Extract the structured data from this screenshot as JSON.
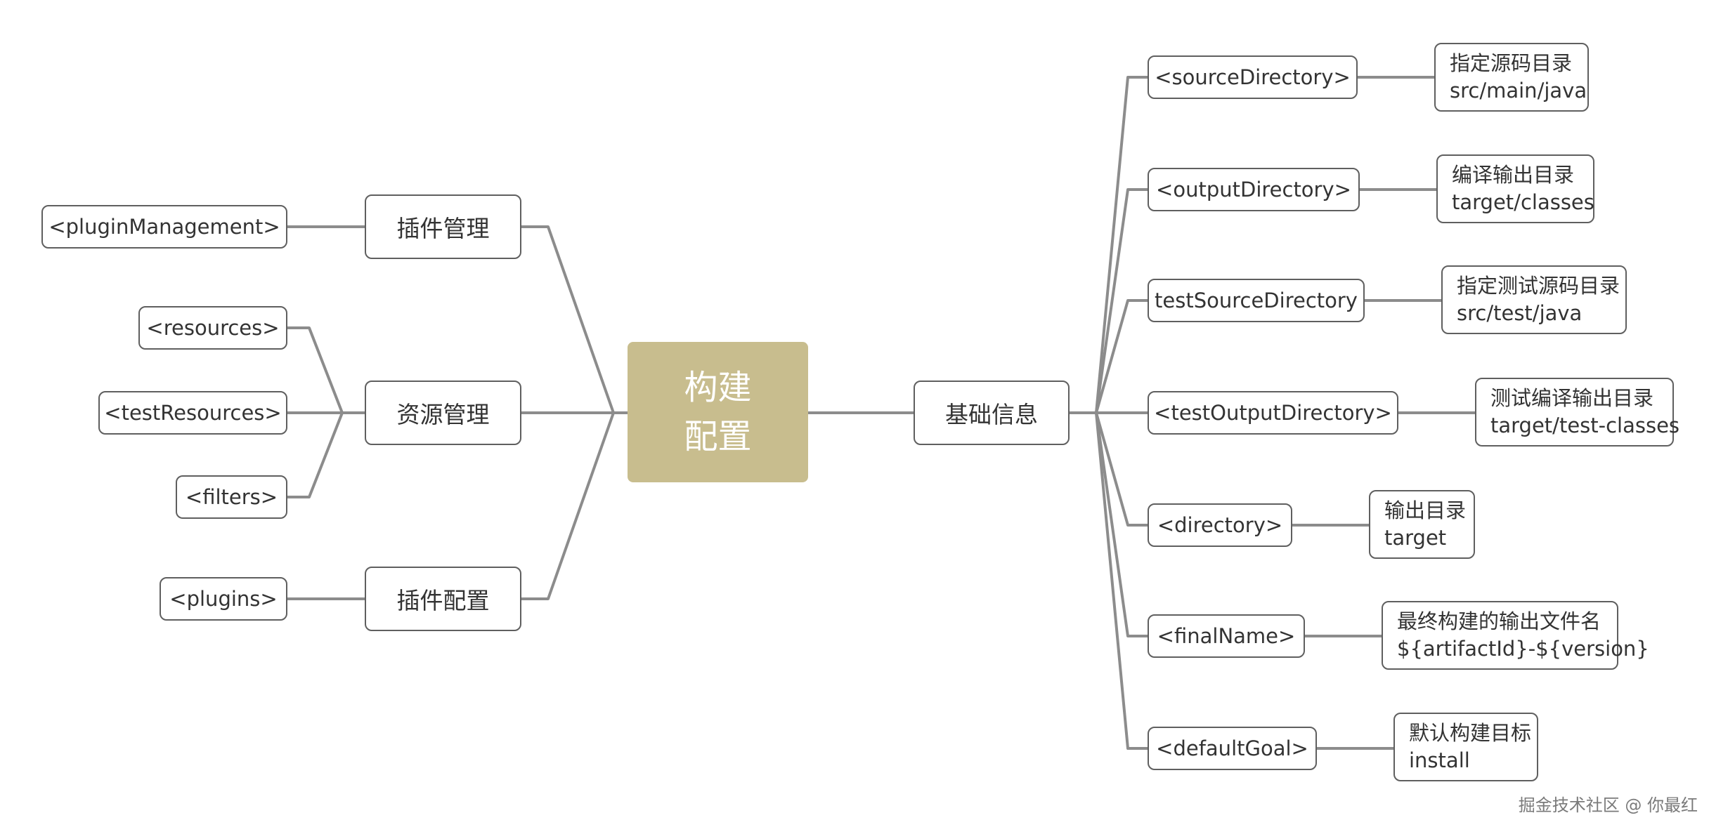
{
  "root": {
    "line1": "构建",
    "line2": "配置"
  },
  "left_branches": [
    {
      "label": "插件管理",
      "children": [
        "<pluginManagement>"
      ]
    },
    {
      "label": "资源管理",
      "children": [
        "<resources>",
        "<testResources>",
        "<filters>"
      ]
    },
    {
      "label": "插件配置",
      "children": [
        "<plugins>"
      ]
    }
  ],
  "right_branch": {
    "label": "基础信息",
    "children": [
      {
        "tag": "<sourceDirectory>",
        "desc": [
          "指定源码目录",
          "src/main/java"
        ]
      },
      {
        "tag": "<outputDirectory>",
        "desc": [
          "编译输出目录",
          "target/classes"
        ]
      },
      {
        "tag": "testSourceDirectory",
        "desc": [
          "指定测试源码目录",
          "src/test/java"
        ]
      },
      {
        "tag": "<testOutputDirectory>",
        "desc": [
          "测试编译输出目录",
          "target/test-classes"
        ]
      },
      {
        "tag": "<directory>",
        "desc": [
          "输出目录",
          "target"
        ]
      },
      {
        "tag": "<finalName>",
        "desc": [
          "最终构建的输出文件名",
          "${artifactId}-${version}"
        ]
      },
      {
        "tag": "<defaultGoal>",
        "desc": [
          "默认构建目标",
          "install"
        ]
      }
    ]
  },
  "watermark": "掘金技术社区 @ 你最红",
  "colors": {
    "root_fill": "#c8bd8e",
    "edge": "#8c8c8c",
    "border": "#5f5f5f"
  }
}
